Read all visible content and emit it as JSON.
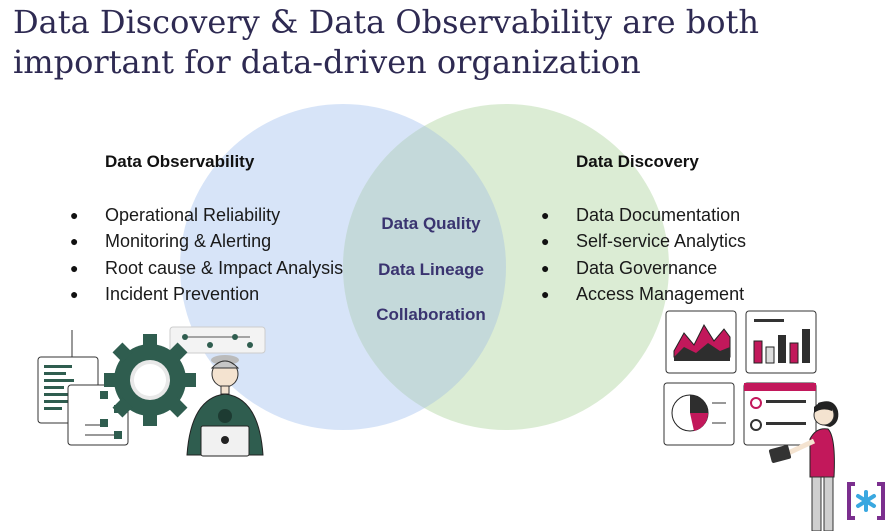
{
  "title": {
    "line1": "Data Discovery & Data Observability are both",
    "line2": "important for data-driven organization"
  },
  "left": {
    "heading": "Data Observability",
    "items": [
      "Operational Reliability",
      "Monitoring & Alerting",
      "Root cause & Impact Analysis",
      "Incident Prevention"
    ]
  },
  "right": {
    "heading": "Data Discovery",
    "items": [
      "Data Documentation",
      "Self-service Analytics",
      "Data Governance",
      "Access Management"
    ]
  },
  "overlap": {
    "items": [
      "Data Quality",
      "Data Lineage",
      "Collaboration"
    ]
  },
  "colors": {
    "left_circle": "#c9dbf5",
    "right_circle": "#cfe5c6",
    "overlap_text": "#3a3470",
    "accent_magenta": "#c2185b",
    "logo_purple": "#7b2f8e",
    "logo_blue": "#3aa8e0"
  },
  "icons": [
    "gear-icon",
    "flowchart-icon",
    "person-with-laptop-icon",
    "area-chart-icon",
    "bar-chart-icon",
    "pie-chart-icon",
    "profile-list-icon",
    "woman-with-tablet-icon",
    "bracket-logo-icon"
  ]
}
